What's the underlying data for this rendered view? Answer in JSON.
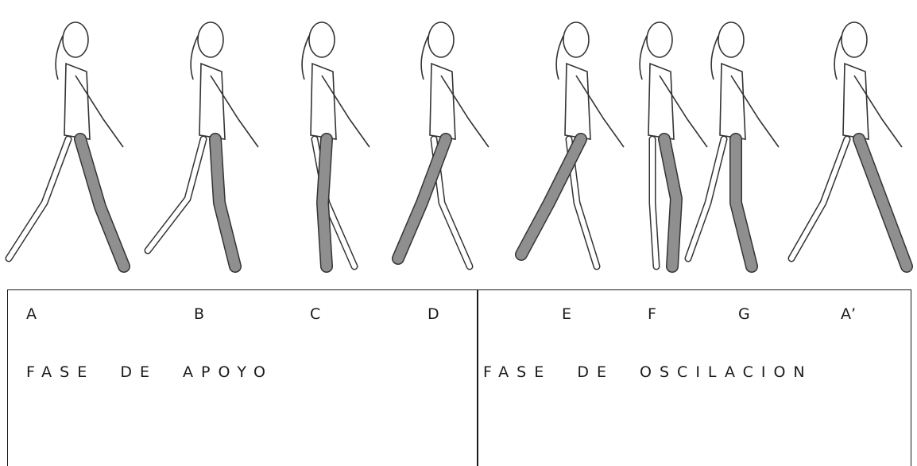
{
  "labels": {
    "a": "A",
    "b": "B",
    "c": "C",
    "d": "D",
    "e": "E",
    "f": "F",
    "g": "G",
    "a_prime": "A’"
  },
  "phases": {
    "stance": "FASE  DE  APOYO",
    "swing": "FASE  DE  OSCILACION"
  },
  "colors": {
    "line": "#333333",
    "shaded_leg": "#8f8f8f",
    "background": "#ffffff"
  }
}
